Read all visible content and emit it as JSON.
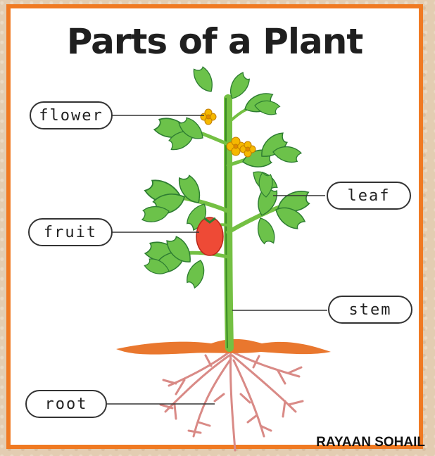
{
  "diagram": {
    "title": "Parts of a Plant",
    "labels": {
      "flower": "flower",
      "leaf": "leaf",
      "fruit": "fruit",
      "stem": "stem",
      "root": "root"
    },
    "author": "RAYAAN SOHAIL"
  },
  "colors": {
    "border": "#f07a22",
    "leaf": "#6cc24a",
    "leaf_dark": "#2e7d32",
    "stem": "#74c043",
    "fruit": "#ee4a36",
    "flower": "#f5b800",
    "soil": "#e9772e",
    "root": "#d98a86"
  }
}
